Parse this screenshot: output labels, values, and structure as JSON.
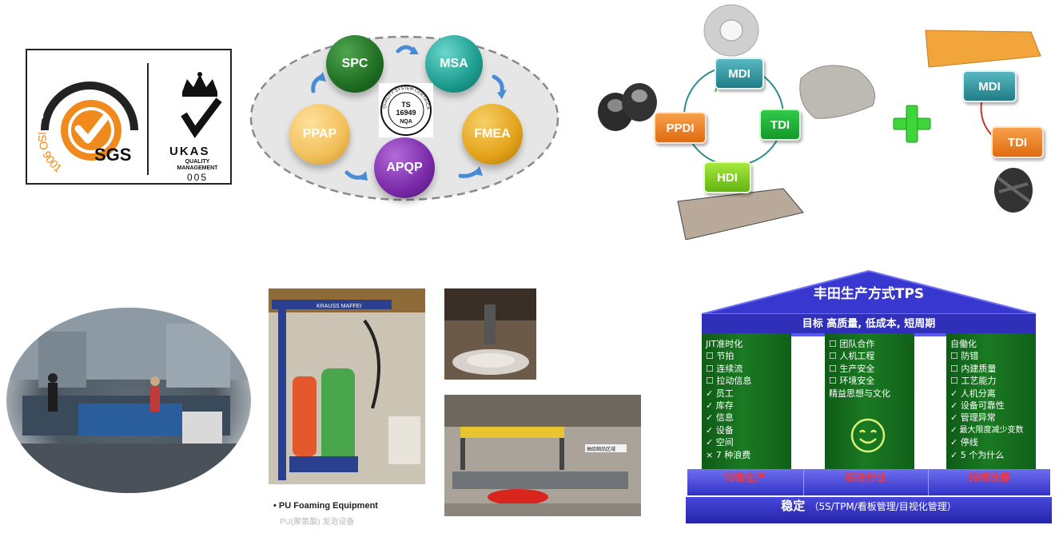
{
  "certificate": {
    "arc_text": "SYSTEM CERTIFICATION",
    "iso_text": "ISO 9001",
    "sgs": "SGS",
    "ukas": "UKAS",
    "ukas_sub1": "QUALITY",
    "ukas_sub2": "MANAGEMENT",
    "ukas_number": "005",
    "colors": {
      "orange": "#f08a1c",
      "dark": "#222222"
    }
  },
  "quality_tools": {
    "items": [
      {
        "label": "SPC",
        "color": "#1f6e22"
      },
      {
        "label": "MSA",
        "color": "#1c9c8f"
      },
      {
        "label": "FMEA",
        "color": "#e3a21a"
      },
      {
        "label": "APQP",
        "color": "#7a2aa8"
      },
      {
        "label": "PPAP",
        "color": "#f2c05a"
      }
    ],
    "badge": {
      "arc": "QUALITY SYSTEM CERTIFICATION",
      "line1": "TS",
      "line2": "16949",
      "line3": "NQA"
    }
  },
  "isocyanates_cycle": {
    "mdi": "MDI",
    "tdi": "TDI",
    "hdi": "HDI",
    "ppdi": "PPDI"
  },
  "combination": {
    "mdi": "MDI",
    "tdi": "TDI",
    "plus_icon": "plus-icon"
  },
  "equipment": {
    "caption": "• PU Foaming Equipment",
    "caption_sub": "PU(聚氨酯) 发泡设备",
    "machine_brand": "KRAUSS MAFFEI",
    "zone_label": "抽组细品区域"
  },
  "tps": {
    "title": "丰田生产方式TPS",
    "goal": "目标 高质量, 低成本, 短周期",
    "left_pillar": [
      "JIT准时化",
      "☐ 节拍",
      "☐ 连续流",
      "☐ 拉动信息",
      "✓ 员工",
      "✓ 库存",
      "✓ 信息",
      "✓ 设备",
      "✓ 空间",
      "× 7 种浪费"
    ],
    "middle_pillar": [
      "☐ 团队合作",
      "☐ 人机工程",
      "☐ 生产安全",
      "☐ 环境安全",
      "精益思想与文化"
    ],
    "right_pillar": [
      "自働化",
      "☐ 防错",
      "☐ 内建质量",
      "☐ 工艺能力",
      "✓ 人机分离",
      "✓ 设备可靠性",
      "✓ 管理异常",
      "✓ 最大限度减少变数",
      "✓ 停线",
      "✓ 5 个为什么"
    ],
    "base": [
      "均衡生产",
      "标准作业",
      "持续改善"
    ],
    "foundation_main": "稳定",
    "foundation_sub": "（5S/TPM/看板管理/目视化管理）",
    "colors": {
      "roof": "#3838d0",
      "pillar": "#1a7a22",
      "base_text": "#e8394a"
    }
  }
}
